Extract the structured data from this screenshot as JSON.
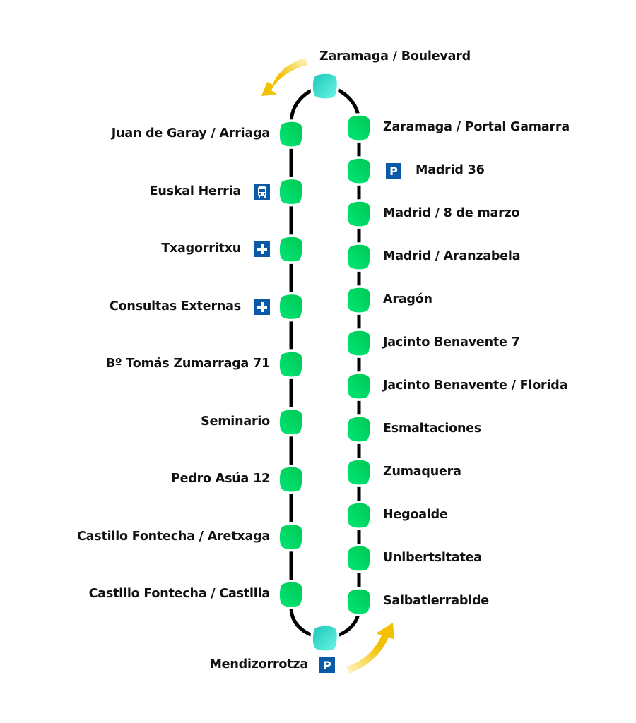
{
  "title": "Bus route diagram (circular line)",
  "colors": {
    "track": "#000000",
    "stop_start": "#00c853",
    "stop_end": "#00e676",
    "terminal_start": "#1ec8b8",
    "terminal_end": "#66f5e6",
    "arrow_start": "#f2c200",
    "arrow_end": "#fff6d0",
    "icon_bg": "#0a5aa8"
  },
  "terminals": {
    "top": {
      "name": "Zaramaga / Boulevard"
    },
    "bottom": {
      "name": "Mendizorrotza",
      "icons": [
        "parking-icon"
      ]
    }
  },
  "icon_glyphs": {
    "parking-icon": "P",
    "hospital-icon": "+",
    "bus-station-icon": "bus"
  },
  "left_stops": [
    {
      "name": "Juan de Garay / Arriaga",
      "icons": []
    },
    {
      "name": "Euskal Herria",
      "icons": [
        "bus-station-icon"
      ]
    },
    {
      "name": "Txagorritxu",
      "icons": [
        "hospital-icon"
      ]
    },
    {
      "name": "Consultas Externas",
      "icons": [
        "hospital-icon"
      ]
    },
    {
      "name": "Bº Tomás Zumarraga 71",
      "icons": []
    },
    {
      "name": "Seminario",
      "icons": []
    },
    {
      "name": "Pedro Asúa 12",
      "icons": []
    },
    {
      "name": "Castillo Fontecha / Aretxaga",
      "icons": []
    },
    {
      "name": "Castillo Fontecha / Castilla",
      "icons": []
    }
  ],
  "right_stops": [
    {
      "name": "Zaramaga / Portal Gamarra",
      "icons": []
    },
    {
      "name": "Madrid 36",
      "icons": [
        "parking-icon"
      ]
    },
    {
      "name": "Madrid / 8 de marzo",
      "icons": []
    },
    {
      "name": "Madrid / Aranzabela",
      "icons": []
    },
    {
      "name": "Aragón",
      "icons": []
    },
    {
      "name": "Jacinto Benavente 7",
      "icons": []
    },
    {
      "name": "Jacinto Benavente / Florida",
      "icons": []
    },
    {
      "name": "Esmaltaciones",
      "icons": []
    },
    {
      "name": "Zumaquera",
      "icons": []
    },
    {
      "name": "Hegoalde",
      "icons": []
    },
    {
      "name": "Unibertsitatea",
      "icons": []
    },
    {
      "name": "Salbatierrabide",
      "icons": []
    }
  ],
  "direction": "counter-clockwise"
}
